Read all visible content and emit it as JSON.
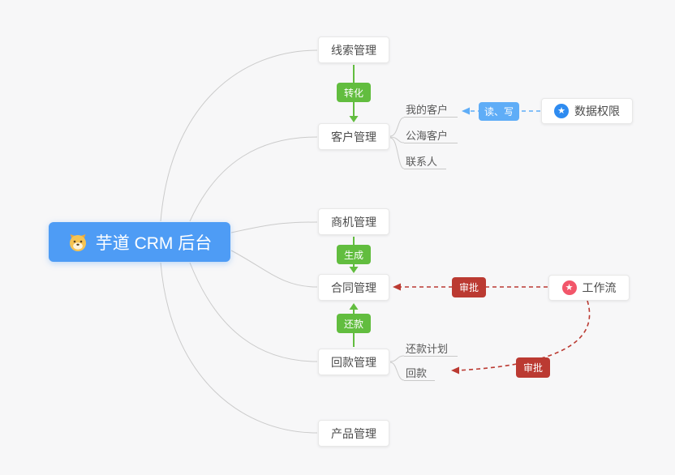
{
  "center": {
    "label": "芋道 CRM 后台"
  },
  "main_nodes": {
    "leads": "线索管理",
    "customers": "客户管理",
    "opportunity": "商机管理",
    "contract": "合同管理",
    "receivable": "回款管理",
    "product": "产品管理"
  },
  "customer_children": {
    "my_customers": "我的客户",
    "public_customers": "公海客户",
    "contacts": "联系人"
  },
  "receivable_children": {
    "repayment_plan": "还款计划",
    "payment": "回款"
  },
  "edge_badges": {
    "convert": "转化",
    "generate": "生成",
    "repay": "还款",
    "read_write": "读、写",
    "approve_contract": "审批",
    "approve_payment": "审批"
  },
  "feature_nodes": {
    "data_permission": "数据权限",
    "workflow": "工作流"
  },
  "icons": {
    "center": "dog-face-icon",
    "data_permission": "star-circle-icon",
    "workflow": "star-circle-icon"
  },
  "colors": {
    "background": "#f7f7f8",
    "center_node_blue": "#4e9cf5",
    "green_accent": "#62bd3f",
    "blue_accent": "#5fadf7",
    "red_accent": "#bb3a32",
    "data_permission_icon_blue": "#2e8bf0",
    "workflow_icon_red": "#f2566a"
  }
}
